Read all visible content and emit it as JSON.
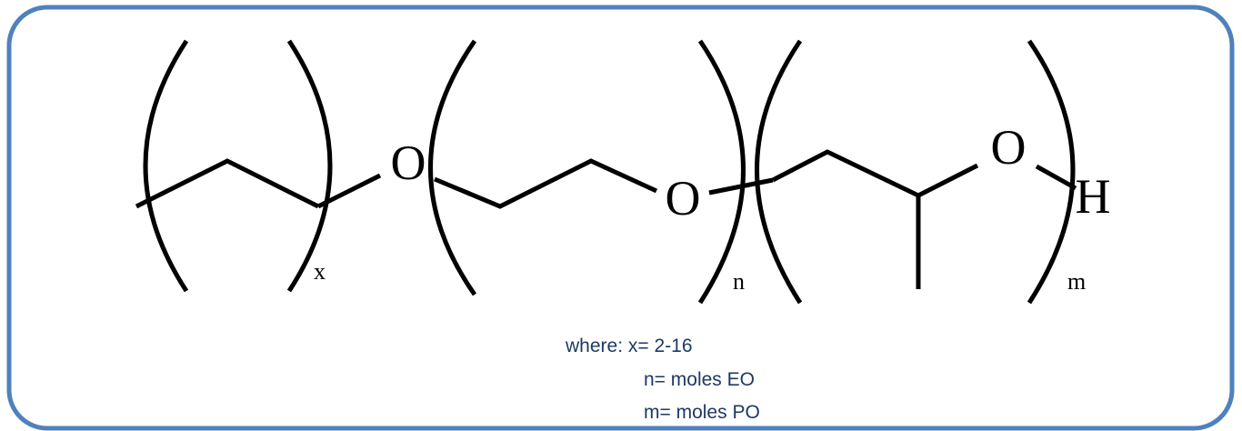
{
  "structure": {
    "atoms": {
      "o1": "O",
      "o2": "O",
      "o3": "O",
      "h": "H"
    },
    "subscripts": {
      "x": "x",
      "n": "n",
      "m": "m"
    }
  },
  "legend": {
    "line1": "where:  x= 2-16",
    "line2": "n= moles EO",
    "line3": "m= moles PO"
  },
  "colors": {
    "frame": "#4f81bd",
    "legend_text": "#1f3864",
    "structure": "#000000"
  }
}
